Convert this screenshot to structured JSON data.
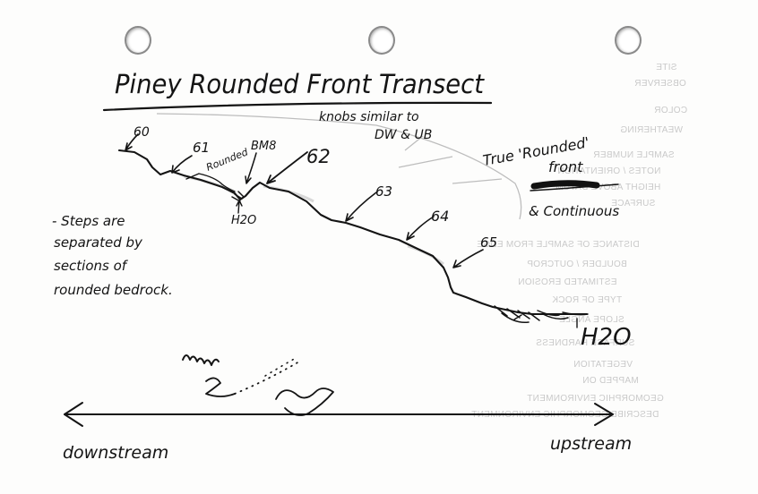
{
  "title": "Piney Rounded Front Transect",
  "annotations": {
    "knobs": [
      "knobs similar to",
      "DW & UB"
    ],
    "true_rounded_front": [
      "True 'Rounded'",
      "front"
    ],
    "crossed_word": "—",
    "continuous": "& Continuous",
    "steps_note": [
      "- Steps are",
      "separated by",
      "sections of",
      "rounded bedrock."
    ],
    "rounded": "Rounded",
    "bm8": "BM8",
    "h2o_small": "H2O",
    "h2o_large": "H2O",
    "downstream": "downstream",
    "upstream": "upstream"
  },
  "stations": {
    "s60": "60",
    "s61": "61",
    "s62": "62",
    "s63": "63",
    "s64": "64",
    "s65": "65"
  },
  "ghost_text": [
    "SITE",
    "OBSERVER",
    "COLOR",
    "WEATHERING",
    "SAMPLE NUMBER",
    "NOTES / ORIENTATION",
    "HEIGHT ABOVE DATUM",
    "SURFACE",
    "DISTANCE OF SAMPLE FROM EDGE",
    "BOULDER / OUTCROP",
    "ESTIMATED EROSION",
    "TYPE OF ROCK",
    "SLOPE ANGLE",
    "SURFACE HARDNESS",
    "VEGETATION",
    "MAPPED ON",
    "GEOMORPHIC ENVIRONMENT",
    "DESCRIBE GEOMORPHIC ENVIRONMENT"
  ]
}
